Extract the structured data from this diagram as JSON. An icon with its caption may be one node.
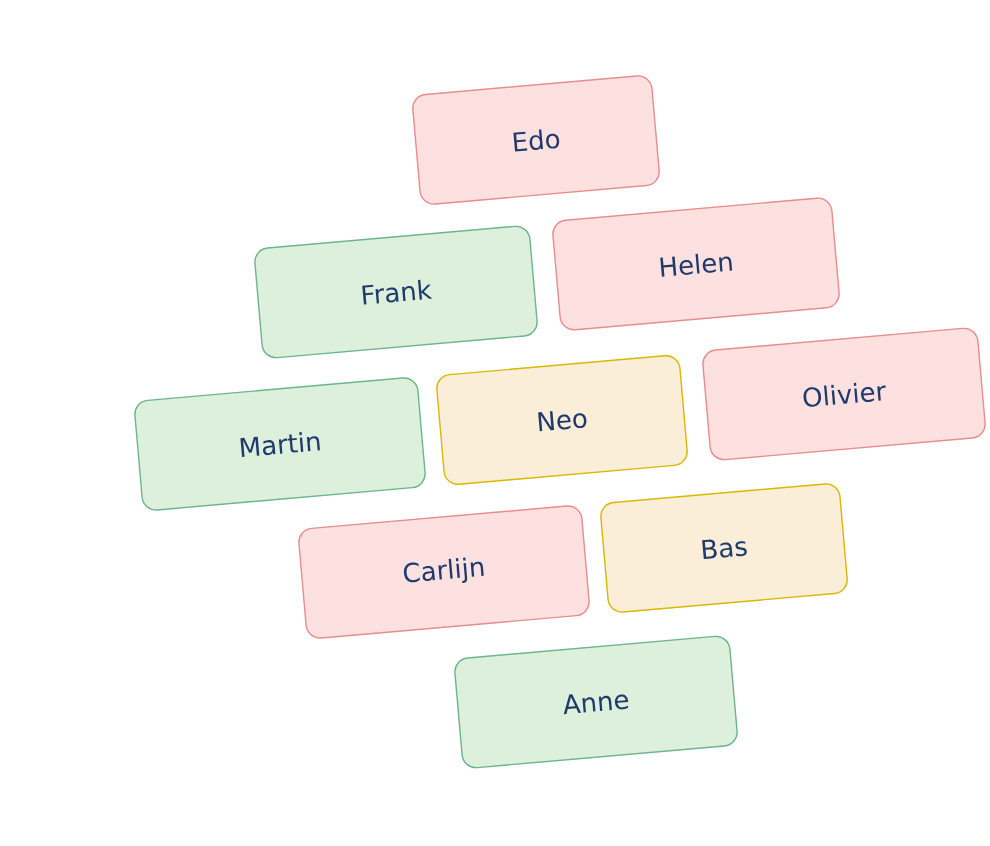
{
  "diagram": {
    "nodes": [
      {
        "text": [
          "Edo"
        ]
      },
      {
        "text": [
          "Frank"
        ]
      },
      {
        "text": [
          "Helen"
        ]
      },
      {
        "text": [
          "Martin"
        ]
      },
      {
        "text": [
          "Neo"
        ]
      },
      {
        "text": [
          "Olivier"
        ]
      },
      {
        "text": [
          "Carlijn"
        ]
      },
      {
        "text": [
          "Bas"
        ]
      },
      {
        "text": [
          "Anne"
        ]
      }
    ]
  }
}
